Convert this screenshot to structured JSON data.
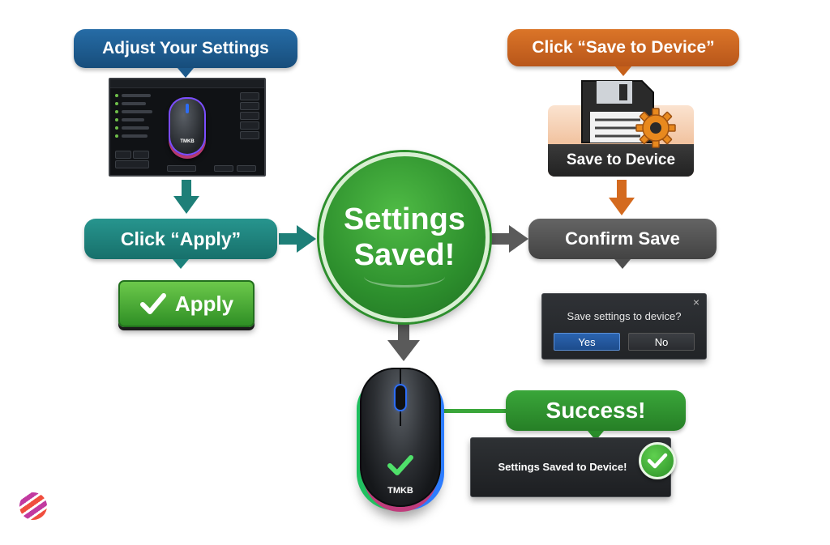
{
  "steps": {
    "adjust": "Adjust Your Settings",
    "click_apply": "Click “Apply”",
    "apply_button": "Apply",
    "center": {
      "line1": "Settings",
      "line2": "Saved!"
    },
    "click_save": "Click “Save to Device”",
    "save_card_label": "Save to Device",
    "confirm": "Confirm Save",
    "dialog": {
      "question": "Save settings to device?",
      "yes": "Yes",
      "no": "No",
      "close": "×"
    },
    "success": "Success!",
    "success_message": "Settings Saved to Device!"
  },
  "software": {
    "mouse_logo": "TMKB"
  },
  "mouse": {
    "logo": "TMKB"
  },
  "colors": {
    "blue": "#1d5a8c",
    "orange": "#c6611b",
    "teal": "#1c817b",
    "gray": "#4e4e4e",
    "green": "#2a8d2a",
    "arrow_teal": "#1e7f78",
    "arrow_gray": "#5a5a5a",
    "arrow_orange": "#d46a1f"
  },
  "icons": [
    "checkmark-icon",
    "floppy-disk-icon",
    "gear-icon",
    "close-icon",
    "brand-logo"
  ]
}
